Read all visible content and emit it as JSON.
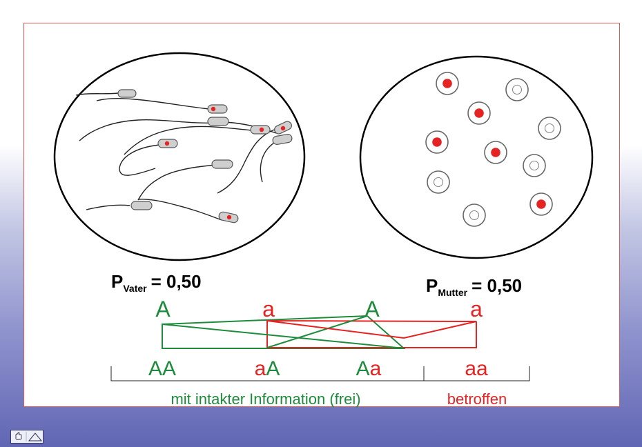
{
  "labels": {
    "p_vater_main": "P",
    "p_vater_sub": "Vater",
    "p_vater_value": "= 0,50",
    "p_mutter_main": "P",
    "p_mutter_sub": "Mutter",
    "p_mutter_value": "= 0,50"
  },
  "alleles_top": [
    "A",
    "a",
    "A",
    "a"
  ],
  "genotypes": [
    {
      "first": "A",
      "second": "A",
      "first_status": "intakt",
      "second_status": "intakt"
    },
    {
      "first": "a",
      "second": "A",
      "first_status": "betroffen",
      "second_status": "intakt"
    },
    {
      "first": "A",
      "second": "a",
      "first_status": "intakt",
      "second_status": "betroffen"
    },
    {
      "first": "a",
      "second": "a",
      "first_status": "betroffen",
      "second_status": "betroffen"
    }
  ],
  "groups": {
    "free_label": "mit intakter Information (frei)",
    "affected_label": "betroffen"
  },
  "colors": {
    "intakt": "#1e8b3c",
    "betroffen": "#e52323",
    "frame": "#e05a5a"
  },
  "nav_icons": [
    "hand-pointer-icon",
    "triangle-up-icon"
  ]
}
